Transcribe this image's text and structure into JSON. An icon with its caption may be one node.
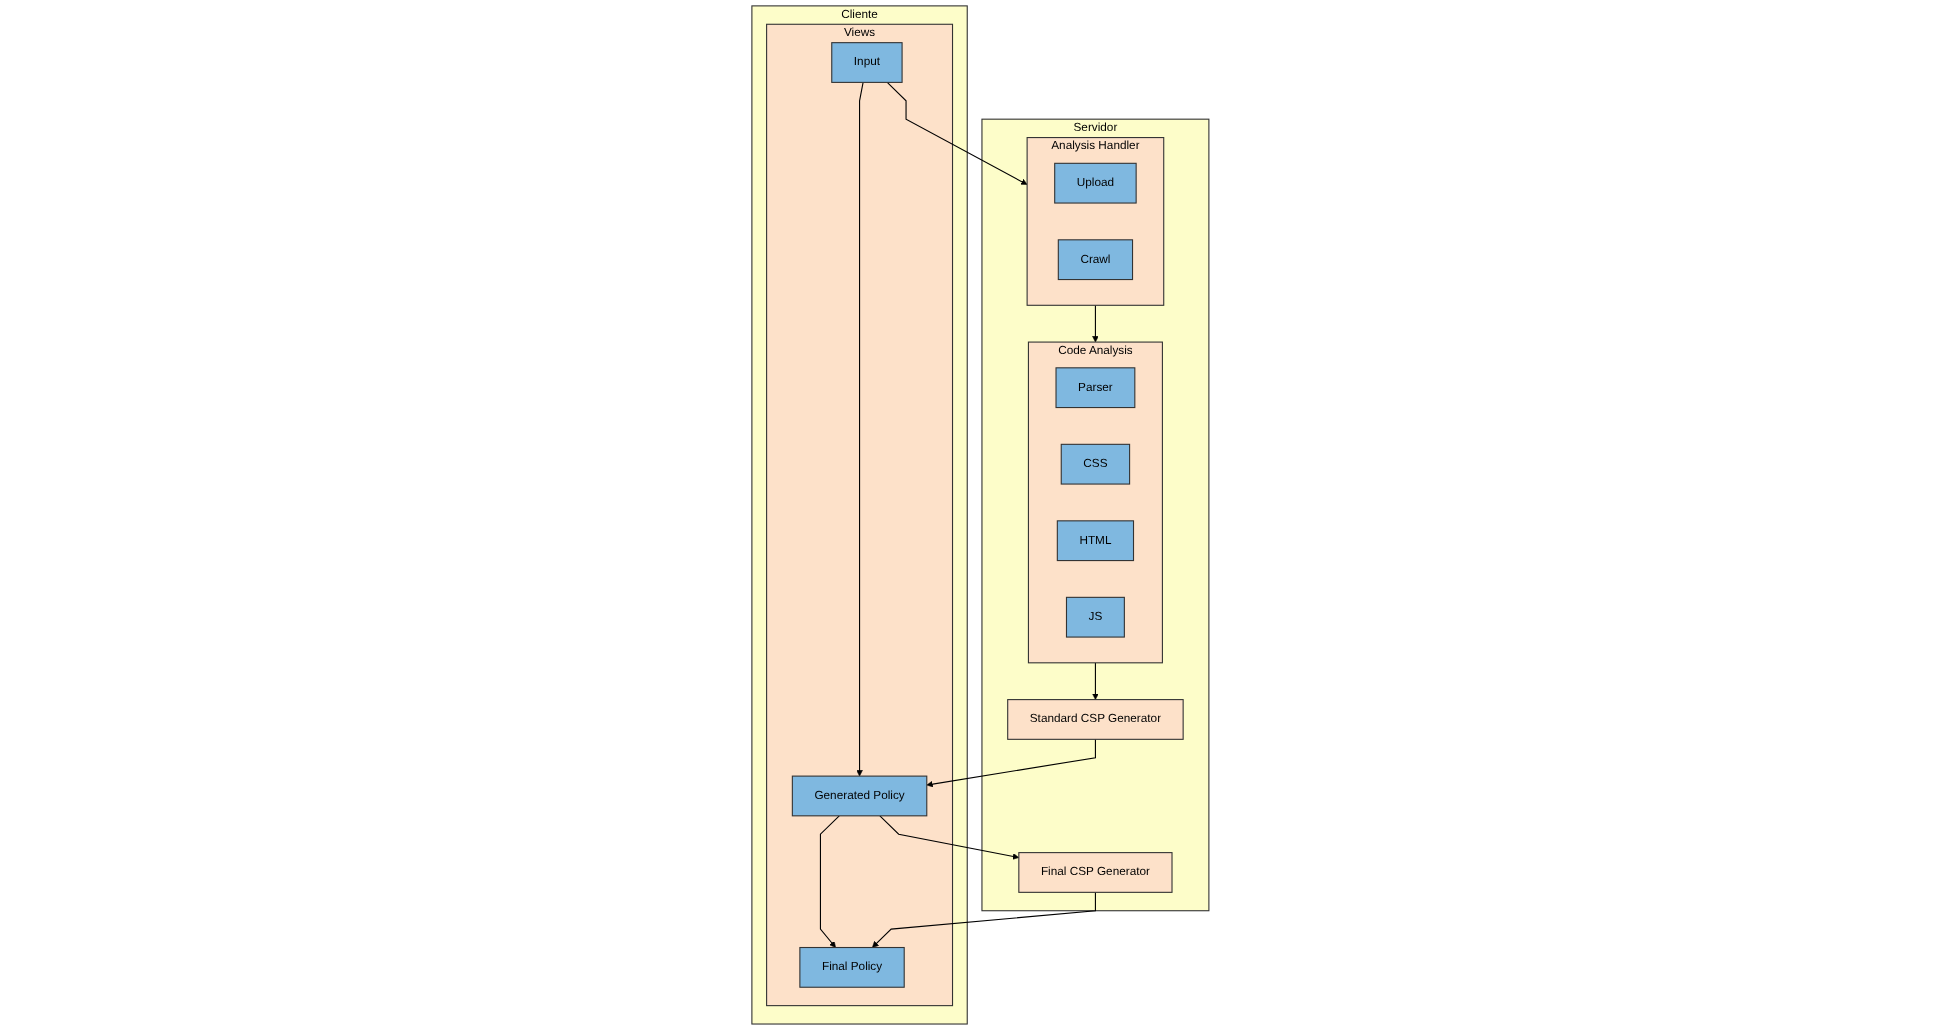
{
  "diagram": {
    "nodes": [
      {
        "text": [
          "Cliente"
        ]
      },
      {
        "text": [
          "Views"
        ],
        "in": 0
      },
      {
        "text": [
          "Input"
        ],
        "in": 1
      },
      {
        "text": [
          "Generated Policy"
        ],
        "in": 1
      },
      {
        "text": [
          "Final Policy"
        ],
        "in": 1
      },
      {
        "text": [
          "Servidor"
        ]
      },
      {
        "text": [
          "Analysis Handler"
        ],
        "in": 5
      },
      {
        "text": [
          "Upload"
        ],
        "in": 6
      },
      {
        "text": [
          "Crawl"
        ],
        "in": 6
      },
      {
        "text": [
          "Code Analysis"
        ],
        "in": 5
      },
      {
        "text": [
          "Parser"
        ],
        "in": 9
      },
      {
        "text": [
          "CSS"
        ],
        "in": 9
      },
      {
        "text": [
          "HTML"
        ],
        "in": 9
      },
      {
        "text": [
          "JS"
        ],
        "in": 9
      },
      {
        "text": [
          "Standard CSP Generator"
        ],
        "in": 5
      },
      {
        "text": [
          "Final CSP Generator"
        ],
        "in": 5
      }
    ],
    "edges": [
      {
        "from": 2,
        "to": 3,
        "arrow": "to"
      },
      {
        "from": 3,
        "to": 4,
        "arrow": "to"
      },
      {
        "from": 2,
        "to": 6,
        "arrow": "to"
      },
      {
        "from": 14,
        "to": 3,
        "arrow": "to"
      },
      {
        "from": 3,
        "to": 15,
        "arrow": "to"
      },
      {
        "from": 15,
        "to": 4,
        "arrow": "to"
      },
      {
        "from": 6,
        "to": 9,
        "arrow": "to"
      },
      {
        "from": 9,
        "to": 14,
        "arrow": "to"
      }
    ]
  }
}
